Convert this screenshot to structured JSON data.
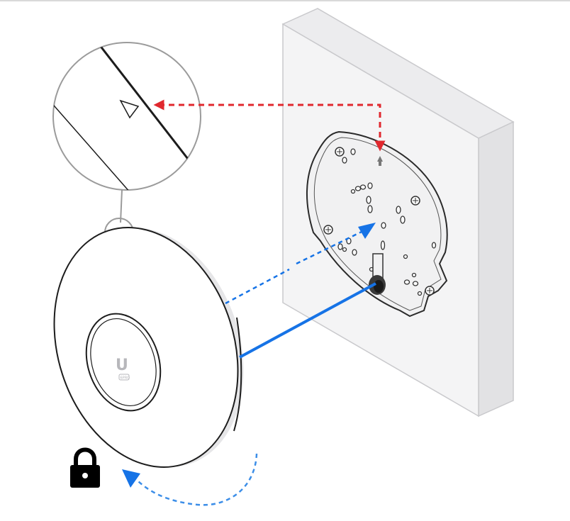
{
  "diagram": {
    "device_logo_letter": "U",
    "device_logo_caption": "6PRO",
    "icons": [
      "lock-icon",
      "wall-block",
      "mounting-plate",
      "access-point-device",
      "zoom-callout",
      "alignment-triangle"
    ],
    "colors": {
      "alignment_arrow": "#e0282e",
      "mount_line": "#1673e6",
      "rotate_arrow": "#3c8ee8",
      "outline": "#1c1c1c",
      "wall_face": "#f3f3f4",
      "wall_side": "#e4e4e6"
    }
  }
}
